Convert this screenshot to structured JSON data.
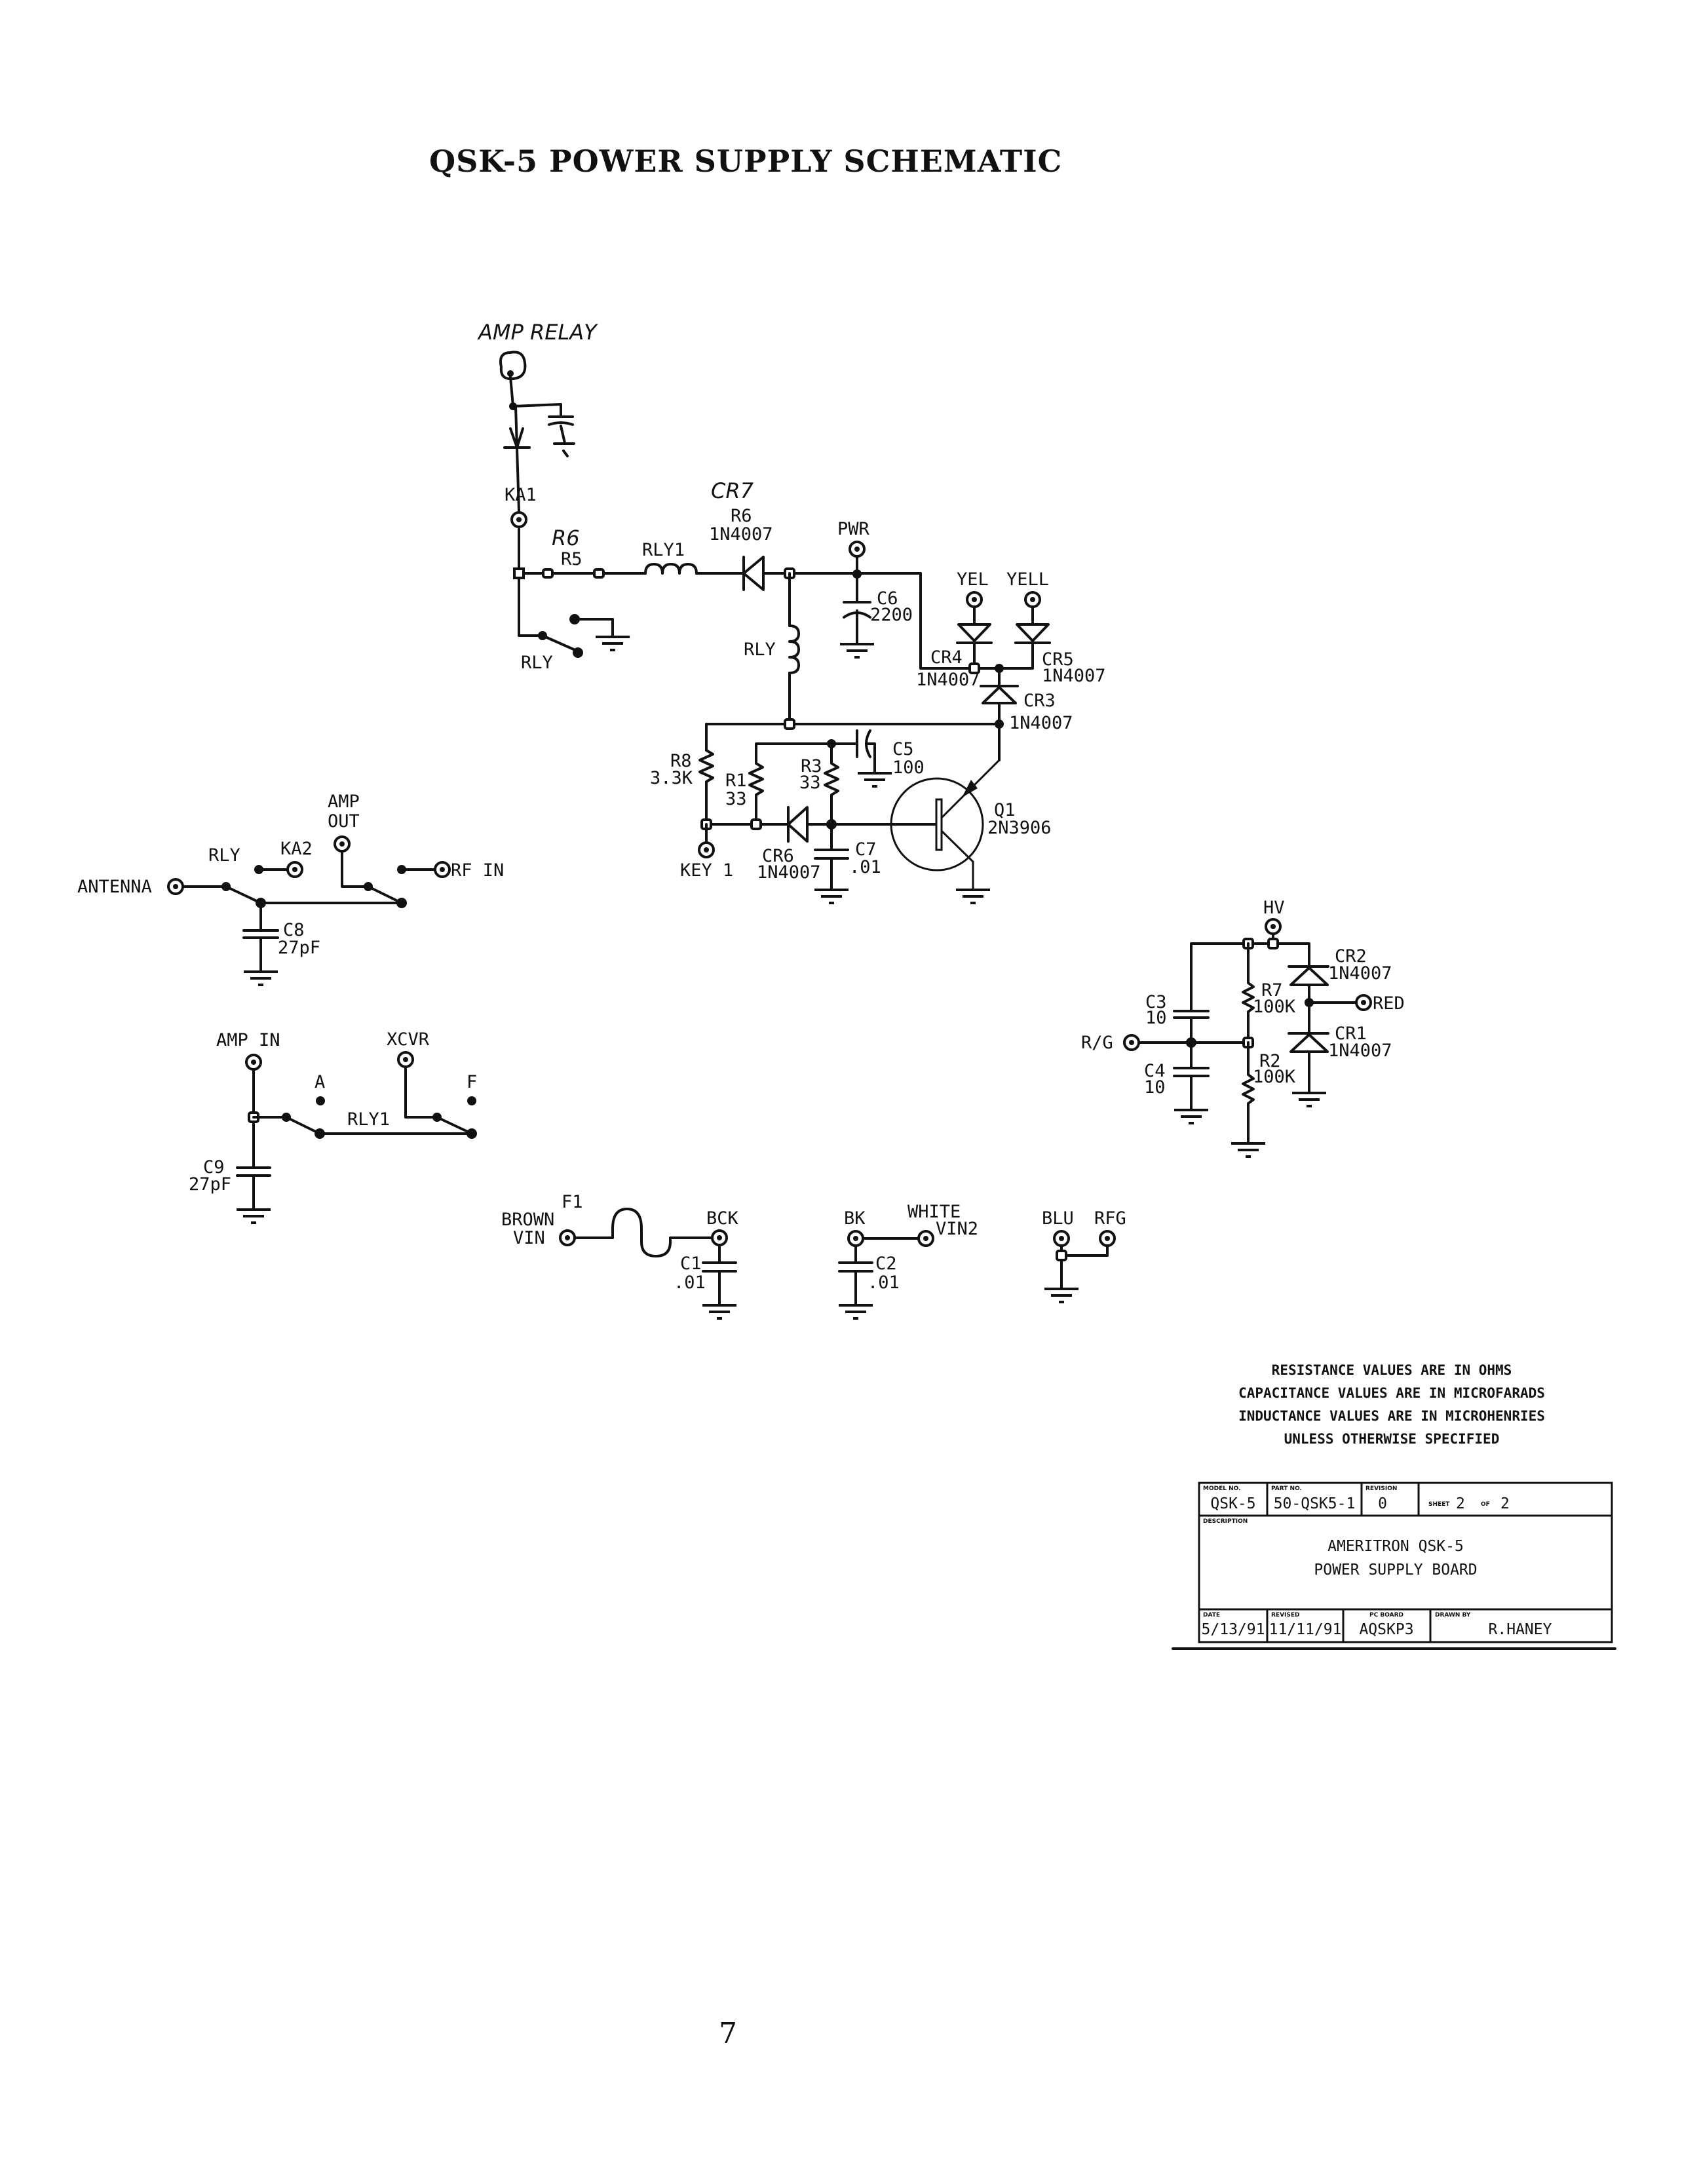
{
  "page": {
    "title": "QSK-5 POWER SUPPLY SCHEMATIC",
    "page_number": "7"
  },
  "handwritten": {
    "amp_relay": "AMP RELAY",
    "cr7": "CR7",
    "r6_note": "R6"
  },
  "main_circuit": {
    "ka1": "KA1",
    "r5": "R5",
    "rly1": "RLY1",
    "cr7_ref": "R6",
    "cr7_part": "1N4007",
    "pwr": "PWR",
    "c6": "C6",
    "c6_val": "2200",
    "yel": "YEL",
    "yell": "YELL",
    "cr4": "CR4",
    "cr4_part": "1N4007",
    "cr5": "CR5",
    "cr5_part": "1N4007",
    "cr3": "CR3",
    "cr3_part": "1N4007",
    "rly_switch": "RLY",
    "rly_coil": "RLY",
    "c5": "C5",
    "c5_val": "100",
    "r8": "R8",
    "r8_val": "3.3K",
    "r1": "R1",
    "r1_val": "33",
    "r3": "R3",
    "r3_val": "33",
    "key1": "KEY 1",
    "cr6": "CR6",
    "cr6_part": "1N4007",
    "c7": "C7",
    "c7_val": ".01",
    "q1": "Q1",
    "q1_part": "2N3906"
  },
  "antenna_circuit": {
    "antenna": "ANTENNA",
    "rly": "RLY",
    "ka2": "KA2",
    "amp_out_1": "AMP",
    "amp_out_2": "OUT",
    "rf_in": "RF IN",
    "c8": "C8",
    "c8_val": "27pF"
  },
  "amp_in_circuit": {
    "amp_in": "AMP IN",
    "xcvr": "XCVR",
    "a": "A",
    "f": "F",
    "rly1": "RLY1",
    "c9": "C9",
    "c9_val": "27pF"
  },
  "hv_circuit": {
    "hv": "HV",
    "cr2": "CR2",
    "cr2_part": "1N4007",
    "red": "RED",
    "cr1": "CR1",
    "cr1_part": "1N4007",
    "r7": "R7",
    "r7_val": "100K",
    "r2": "R2",
    "r2_val": "100K",
    "c3": "C3",
    "c3_val": "10",
    "c4": "C4",
    "c4_val": "10",
    "rg": "R/G"
  },
  "input_circuit": {
    "brown": "BROWN",
    "vin": "VIN",
    "f1": "F1",
    "bck": "BCK",
    "c1": "C1",
    "c1_val": ".01",
    "bk": "BK",
    "white": "WHITE",
    "vin2": "VIN2",
    "c2": "C2",
    "c2_val": ".01",
    "blu": "BLU",
    "rfg": "RFG"
  },
  "notes": [
    "RESISTANCE VALUES ARE IN OHMS",
    "CAPACITANCE VALUES ARE IN MICROFARADS",
    "INDUCTANCE VALUES ARE IN MICROHENRIES",
    "UNLESS OTHERWISE SPECIFIED"
  ],
  "title_block": {
    "model_label": "MODEL NO.",
    "model": "QSK-5",
    "part_label": "PART NO.",
    "part": "50-QSK5-1",
    "revision_label": "REVISION",
    "revision": "0",
    "sheet_label": "SHEET",
    "sheet": "2",
    "of_label": "OF",
    "sheet_total": "2",
    "description_label": "DESCRIPTION",
    "description_1": "AMERITRON QSK-5",
    "description_2": "POWER SUPPLY BOARD",
    "date_label": "DATE",
    "date": "5/13/91",
    "revised_label": "REVISED",
    "revised": "11/11/91",
    "pc_board_label": "PC BOARD",
    "pc_board": "AQSKP3",
    "drawn_label": "DRAWN BY",
    "drawn_by": "R.HANEY"
  }
}
